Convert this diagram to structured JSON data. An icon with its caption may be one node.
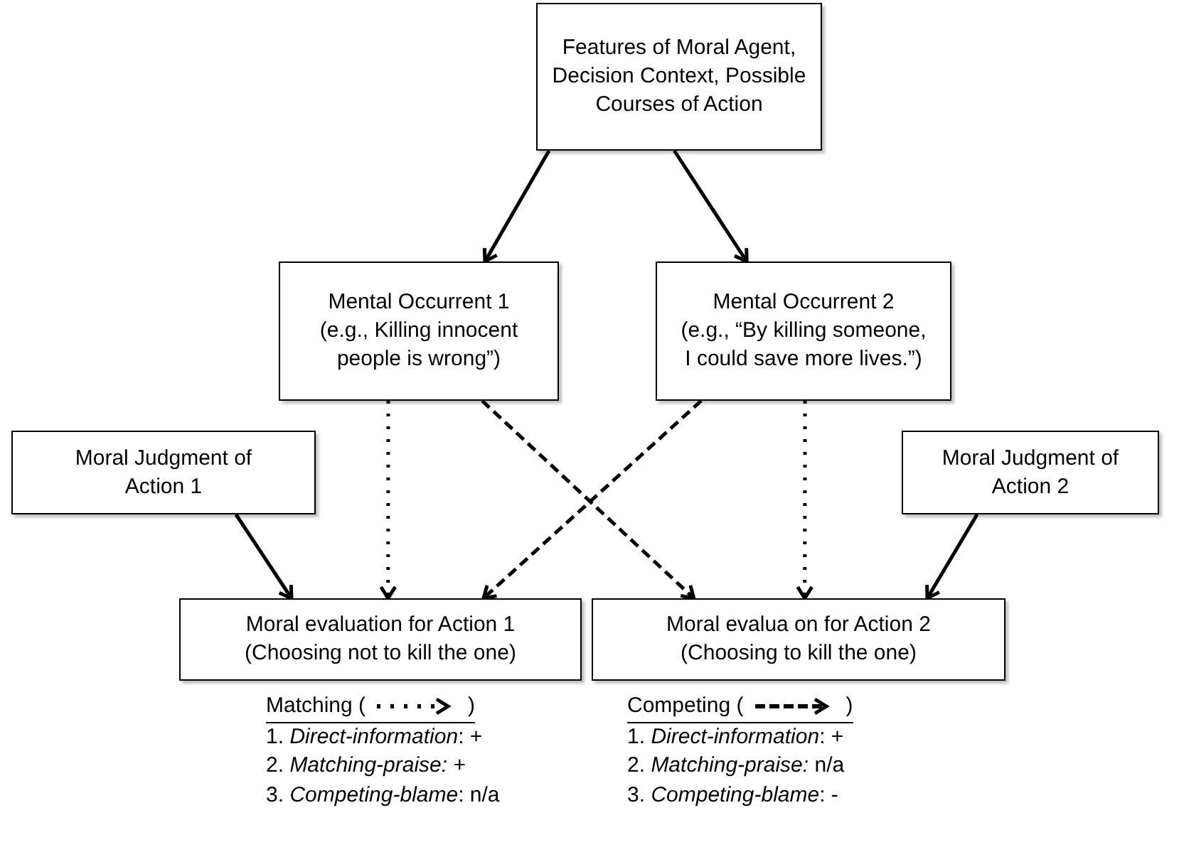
{
  "diagram": {
    "nodes": [
      {
        "text": [
          "Features of Moral Agent, Decision Context, Possible Courses of Action"
        ]
      },
      {
        "text": [
          "Mental Occurrent 1",
          "(e.g., Killing innocent people is wrong”)"
        ]
      },
      {
        "text": [
          "Mental Occurrent 2",
          "(e.g., “By killing someone, I could save more lives.”)"
        ]
      },
      {
        "text": [
          "Moral Judgment of Action 1"
        ]
      },
      {
        "text": [
          "Moral Judgment of Action 2"
        ]
      },
      {
        "text": [
          "Moral evaluation for Action 1",
          "(Choosing not to kill the one)"
        ]
      },
      {
        "text": [
          "Moral evalua on for Action 2",
          "(Choosing to kill the one)"
        ]
      }
    ],
    "edges": [
      {
        "from": 0,
        "to": 1,
        "arrow": "to"
      },
      {
        "from": 0,
        "to": 2,
        "arrow": "to"
      },
      {
        "from": 1,
        "to": 5,
        "arrow": "to",
        "style": "dashed"
      },
      {
        "from": 1,
        "to": 6,
        "arrow": "to",
        "style": "dashed"
      },
      {
        "from": 2,
        "to": 5,
        "arrow": "to",
        "style": "dashed"
      },
      {
        "from": 2,
        "to": 6,
        "arrow": "to",
        "style": "dashed"
      },
      {
        "from": 3,
        "to": 5,
        "arrow": "to"
      },
      {
        "from": 4,
        "to": 6,
        "arrow": "to"
      }
    ],
    "labels": [
      ")",
      "1. *Direct-information*: +",
      "2. *Matching-praise:* +",
      "3. *Competing-blame*: n/a",
      ")",
      "1. *Direct-information*: +",
      "2. *Matching-praise:* n/a",
      "3. *Competing-blame*: -"
    ],
    "legend": [
      {
        "text": "Matching ("
      },
      {
        "text": "Competing ("
      }
    ]
  }
}
